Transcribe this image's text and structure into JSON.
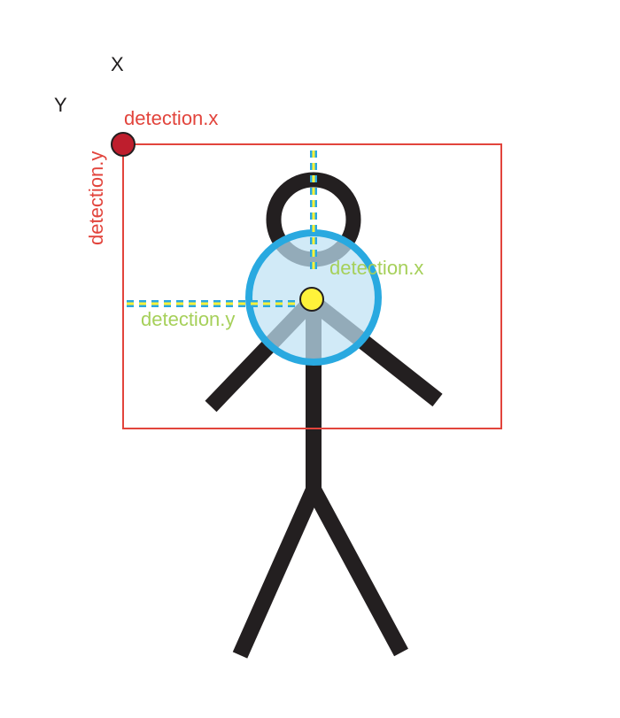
{
  "axes": {
    "x_label": "X",
    "y_label": "Y"
  },
  "bounding_box": {
    "x_label": "detection.x",
    "y_label": "detection.y"
  },
  "center_point": {
    "x_label": "detection.x",
    "y_label": "detection.y"
  },
  "colors": {
    "red": "#e2443c",
    "red_dot": "#be1e2d",
    "stick_figure": "#231f20",
    "circle_fill": "#bfe2f4",
    "circle_stroke": "#29a9e0",
    "yellow": "#fff23a",
    "green_text": "#a6d05a"
  }
}
